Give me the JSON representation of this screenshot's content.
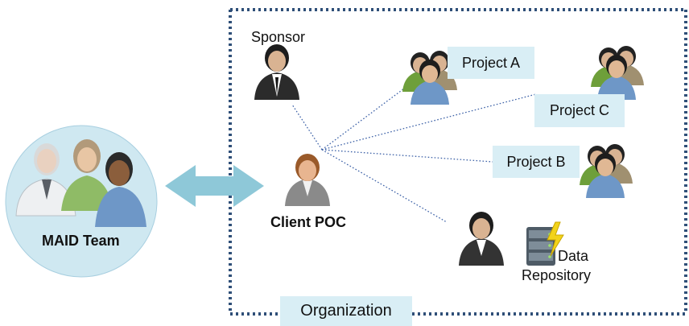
{
  "team": {
    "label": "MAID Team"
  },
  "client": {
    "label": "Client POC"
  },
  "sponsor": {
    "label": "Sponsor"
  },
  "projects": [
    {
      "label": "Project A"
    },
    {
      "label": "Project C"
    },
    {
      "label": "Project B"
    }
  ],
  "repository": {
    "label_line1": "Data",
    "label_line2": "Repository"
  },
  "organization": {
    "label": "Organization"
  },
  "colors": {
    "circle_fill": "#cfe8f1",
    "arrow": "#8ec8d8",
    "border_dots": "#2f4f78",
    "connector": "#3f63a8",
    "label_bg": "#d9eef5"
  },
  "icons": [
    "group-icon",
    "person-icon",
    "database-icon",
    "lightning-icon"
  ]
}
